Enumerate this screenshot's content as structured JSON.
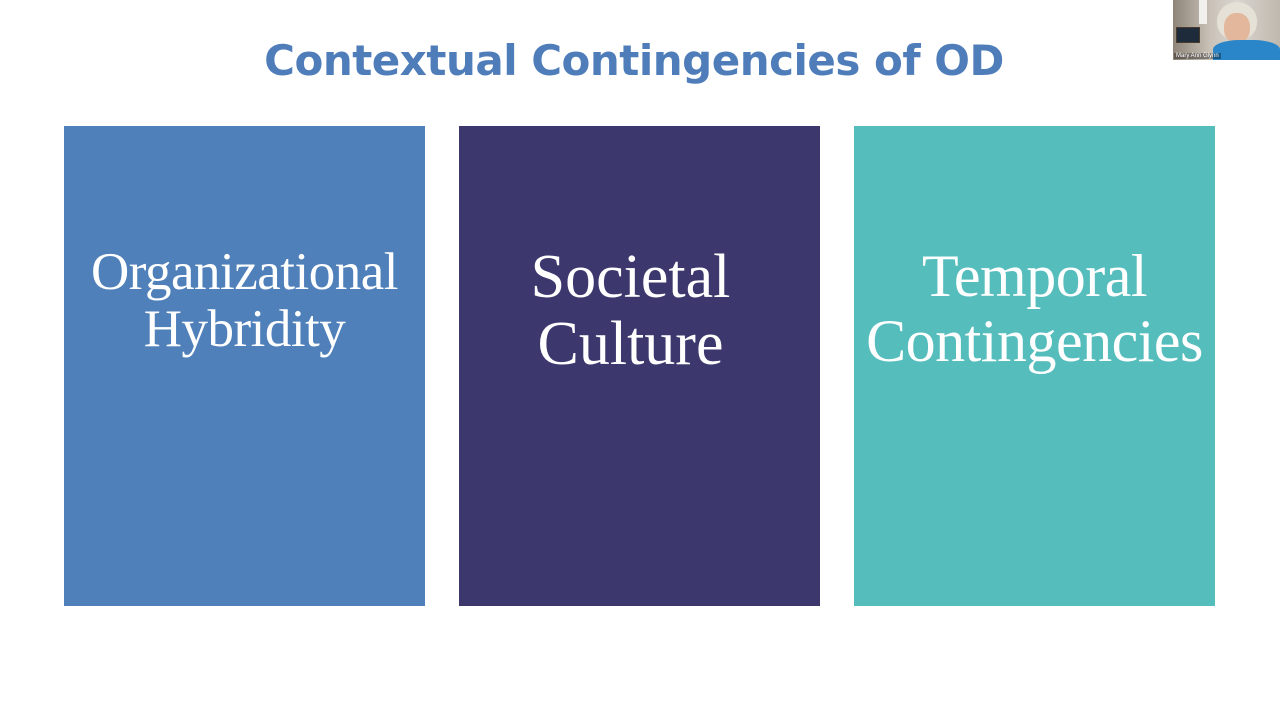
{
  "slide": {
    "title": "Contextual Contingencies of OD",
    "panels": [
      {
        "lines": [
          "Organizational",
          "Hybridity"
        ],
        "color": "#4f80ba"
      },
      {
        "lines": [
          "Societal",
          "Culture"
        ],
        "color": "#3c386d"
      },
      {
        "lines": [
          "Temporal",
          "Contingencies"
        ],
        "color": "#56bdbd"
      }
    ]
  },
  "webcam": {
    "participant_name": "Mary Ann Glynn"
  },
  "colors": {
    "title": "#4f7db9",
    "background": "#ffffff"
  }
}
